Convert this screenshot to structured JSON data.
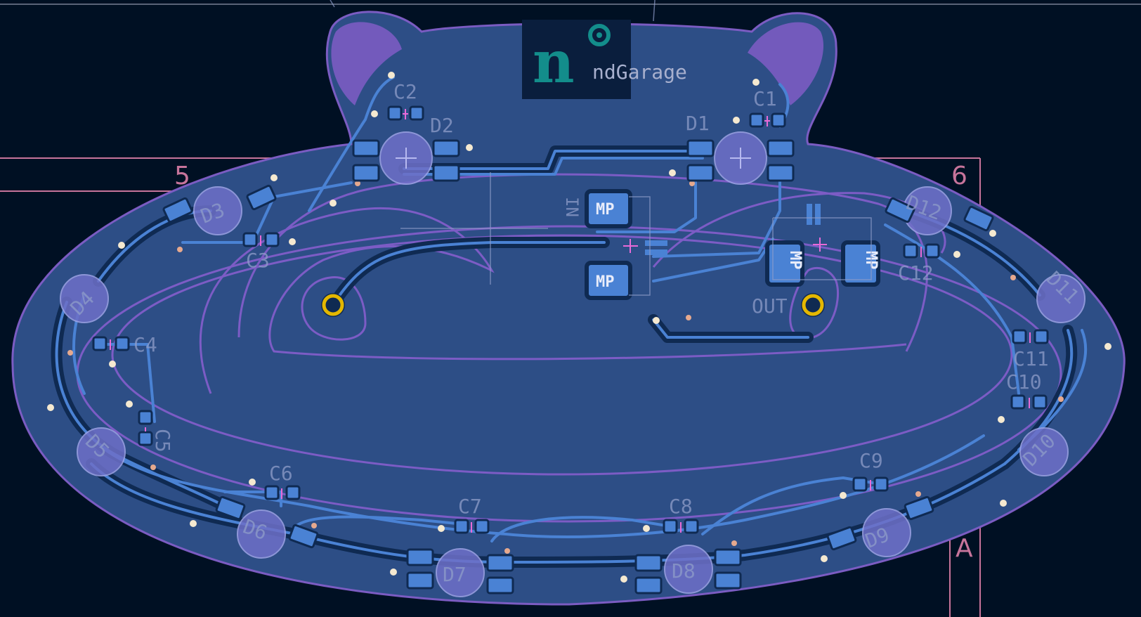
{
  "view": {
    "colors": {
      "background": "#001023",
      "board": "#2D4E86",
      "copper": "#4A82D4",
      "copper_dark": "#0F2A52",
      "outline": "#7B5CC2",
      "silk": "#8F9DC9",
      "sheet_frame": "#C7749B",
      "pad_hole": "#E4B700",
      "via": "#F5E9D0",
      "logo_bg": "#0A1E3D",
      "logo_teal": "#138D8B"
    }
  },
  "logo": {
    "glyph": "n",
    "text": "ndGarage"
  },
  "sheet_border": {
    "column_left": "5",
    "column_right": "6",
    "row": "A"
  },
  "references": {
    "c2": "C2",
    "d2": "D2",
    "d1": "D1",
    "c1": "C1",
    "d3": "D3",
    "c3": "C3",
    "d12": "D12",
    "c12": "C12",
    "d4": "D4",
    "c4": "C4",
    "d11": "D11",
    "c11": "C11",
    "c10": "C10",
    "d10": "D10",
    "d5": "D5",
    "c5": "C5",
    "d6": "D6",
    "c6": "C6",
    "c7": "C7",
    "d7": "D7",
    "c8": "C8",
    "d8": "D8",
    "c9": "C9",
    "d9": "D9",
    "out": "OUT",
    "in_rotated": "IN"
  },
  "pads": {
    "mp": "MP"
  }
}
